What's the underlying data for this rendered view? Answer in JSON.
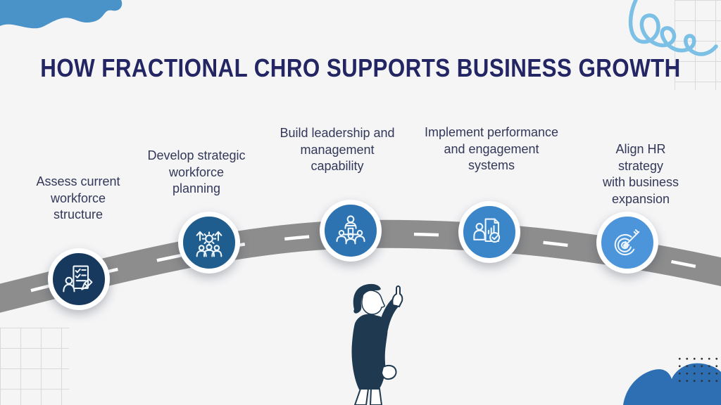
{
  "title": "HOW FRACTIONAL CHRO SUPPORTS BUSINESS GROWTH",
  "title_color": "#232663",
  "label_color": "#343858",
  "background": "#f5f5f6",
  "steps": [
    {
      "label": "Assess current\nworkforce\nstructure",
      "icon": "clipboard-person-icon",
      "color": "#17395e"
    },
    {
      "label": "Develop strategic\nworkforce\nplanning",
      "icon": "gear-growth-team-icon",
      "color": "#1f5d8e"
    },
    {
      "label": "Build leadership and\nmanagement\ncapability",
      "icon": "leader-team-icon",
      "color": "#2d73b2"
    },
    {
      "label": "Implement performance\nand engagement\nsystems",
      "icon": "performance-report-icon",
      "color": "#3a86c8"
    },
    {
      "label": "Align HR strategy\nwith business\nexpansion",
      "icon": "target-arrow-icon",
      "color": "#4d95da"
    }
  ],
  "road": {
    "color": "#8d8d8d",
    "dash_color": "#ffffff"
  },
  "decor": {
    "blob_top_left": "#4a93c9",
    "blob_bottom_right": "#2e6fb3",
    "squiggle": "#7cc0e6",
    "grid_line": "#d9dadc",
    "dots": "#2e3338",
    "person": "#1f3a50"
  }
}
